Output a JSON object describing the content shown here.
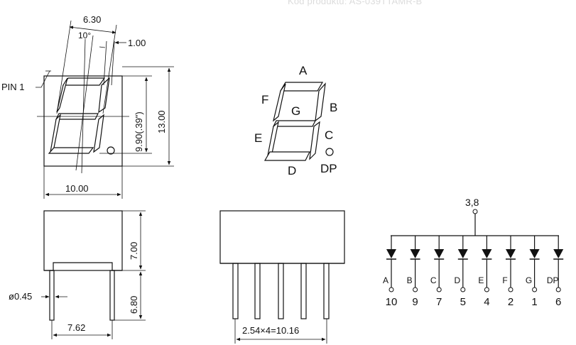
{
  "watermark": "Kod produktu:  AS-039TTAMR-B",
  "front_view": {
    "width_dim": "6.30",
    "slant": "10°",
    "stroke_dim": "1.00",
    "pin_label": "PIN  1",
    "digit_height_dim": "9.90(.39\")",
    "overall_height_dim": "13.00",
    "overall_width_dim": "10.00"
  },
  "side_view": {
    "body_height_dim": "7.00",
    "pin_length_dim": "6.80",
    "pin_diameter_dim": "ø0.45",
    "row_spacing_dim": "7.62"
  },
  "bottom_view": {
    "pitch_dim": "2.54×4=10.16"
  },
  "segment_map": {
    "labels": [
      "A",
      "B",
      "C",
      "D",
      "E",
      "F",
      "G",
      "DP"
    ]
  },
  "circuit": {
    "common_pins": "3,8",
    "segments": [
      "A",
      "B",
      "C",
      "D",
      "E",
      "F",
      "G",
      "DP"
    ],
    "pins": [
      "10",
      "9",
      "7",
      "5",
      "4",
      "2",
      "1",
      "6"
    ]
  }
}
